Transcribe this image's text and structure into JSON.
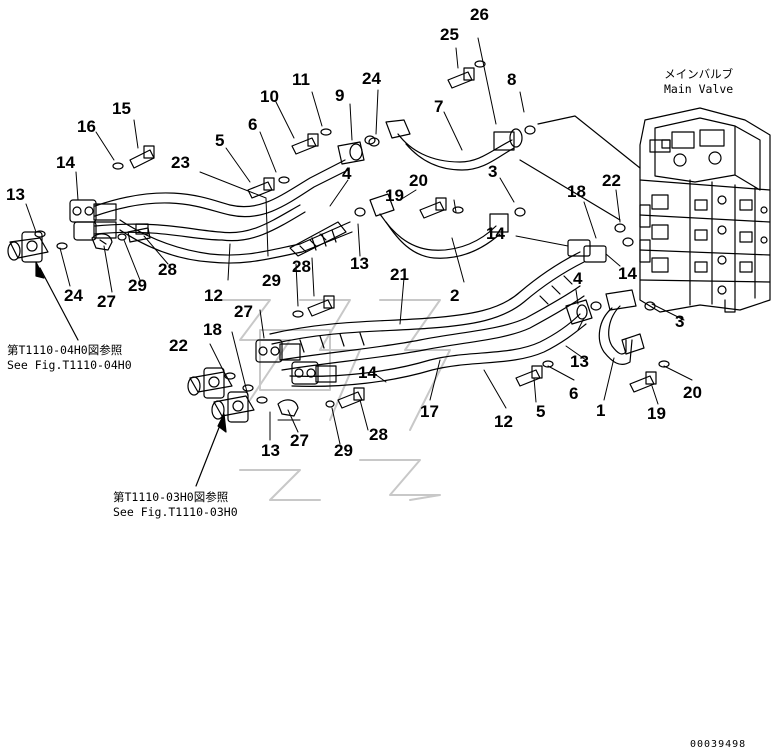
{
  "main_valve": {
    "jp": "メインバルブ",
    "en": "Main Valve"
  },
  "notes": {
    "ref_04h0": {
      "jp": "第T1110-04H0図参照",
      "en": "See Fig.T1110-04H0"
    },
    "ref_03h0": {
      "jp": "第T1110-03H0図参照",
      "en": "See Fig.T1110-03H0"
    }
  },
  "doc_id": "00039498",
  "callouts": {
    "c26": "26",
    "c25": "25",
    "c8": "8",
    "c11": "11",
    "c24a": "24",
    "c9": "9",
    "c10": "10",
    "c7": "7",
    "c15": "15",
    "c6a": "6",
    "c16": "16",
    "c5a": "5",
    "c23": "23",
    "c14a": "14",
    "c4a": "4",
    "c3a": "3",
    "c20a": "20",
    "c13a": "13",
    "c19a": "19",
    "c18a": "18",
    "c22a": "22",
    "c14b": "14",
    "c24b": "24",
    "c27a": "27",
    "c29a": "29",
    "c28a": "28",
    "c12a": "12",
    "c13b": "13",
    "c29b": "29",
    "c28b": "28",
    "c14c": "14",
    "c2": "2",
    "c21": "21",
    "c4b": "4",
    "c27b": "27",
    "c3b": "3",
    "c22b": "22",
    "c18b": "18",
    "c13c": "13",
    "c14d": "14",
    "c6b": "6",
    "c17": "17",
    "c12b": "12",
    "c5b": "5",
    "c1": "1",
    "c20b": "20",
    "c19b": "19",
    "c13d": "13",
    "c27c": "27",
    "c28c": "28",
    "c29c": "29"
  }
}
